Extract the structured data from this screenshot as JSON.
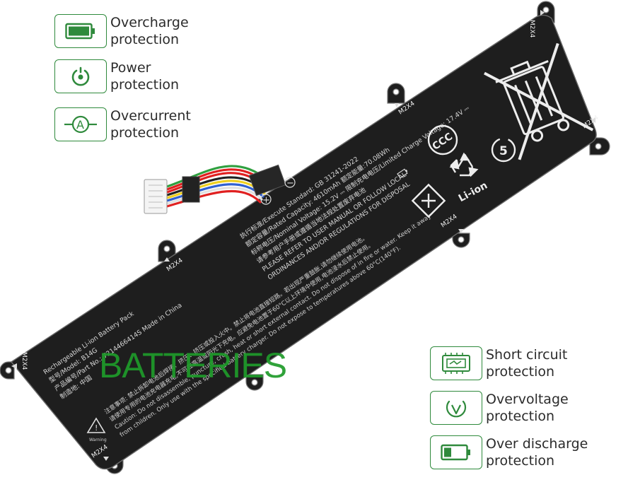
{
  "features_left": [
    {
      "icon": "battery-full-icon",
      "line1": "Overcharge",
      "line2": "protection"
    },
    {
      "icon": "power-icon",
      "line1": "Power",
      "line2": "protection"
    },
    {
      "icon": "ammeter-icon",
      "line1": "Overcurrent",
      "line2": "protection"
    }
  ],
  "features_right": [
    {
      "icon": "circuit-board-icon",
      "line1": "Short circuit",
      "line2": "protection"
    },
    {
      "icon": "voltage-icon",
      "line1": "Overvoltage",
      "line2": "protection"
    },
    {
      "icon": "battery-low-icon",
      "line1": "Over discharge",
      "line2": "protection"
    }
  ],
  "watermark": "BATTERIES",
  "battery": {
    "screw_label": "M2X4",
    "plus": "+",
    "minus": "−",
    "li_ion": "Li-ion",
    "ccc": "CCC",
    "recycle_years": "5",
    "label_lines": [
      "执行标准/Execute Standard: GB 31241-2022",
      "额定容量/Rated Capacity: 4610mAh   额定能量:70.08Wh",
      "标称电压/Nominal Voltage: 15.2V ⎓   限制充电电压/Limited Charge Voltage: 17.4V ⎓",
      "请参考用户手册或遵循当地法规处置废弃电池",
      "PLEASE REFER TO USER MANUAL OR FOLLOW LOCAL",
      "ORDINANCES AND/OR REGULATIONS FOR DISPOSAL"
    ],
    "product_lines": [
      "Rechargeable Li-ion Battery Pack",
      "型号/Model: B14G",
      "产品编号/Part No.: 7214466414S   Made in China",
      "制造地: 中国"
    ],
    "warning_lines": [
      "注意事项: 禁止拆卸电池后焊接、挤压、挤压或投入火中。禁止将电池直接短路。若出现严重鼓胀,请勿继续使用电池。",
      "请使用专用的电池充电器充电,不可在高温或阳光下充电。应避免电池置于60°C以上环境中使用,电池浸水后禁止使用。",
      "Caution: Do not disassemble, puncture, crush, heat or short external contact. Do not dispose of in fire or water. Keep it away",
      "from children. Only use with the specified battery charger. Do not expose to temperatures above 60°C(140°F)."
    ],
    "warning_label": "Warning"
  },
  "colors": {
    "accent_green": "#2f8a3c",
    "battery_body": "#1e1e1e",
    "label_text": "#d8d8d8"
  }
}
